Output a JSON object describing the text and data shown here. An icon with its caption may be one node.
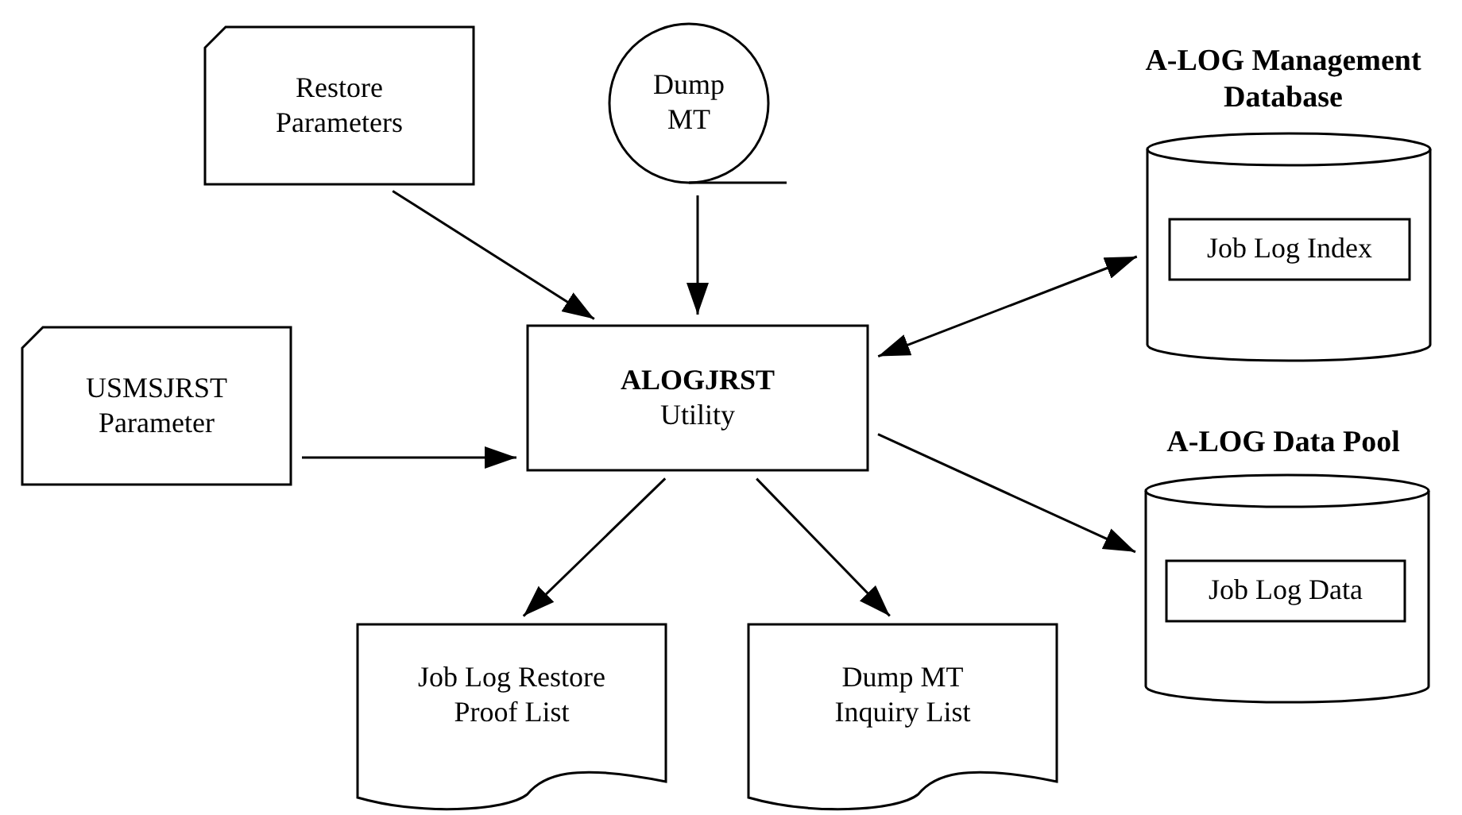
{
  "diagram": {
    "nodes": [
      {
        "text": [
          "Restore Parameters"
        ]
      },
      {
        "text": [
          "Dump MT"
        ]
      },
      {
        "text": [
          "USMSJRST Parameter"
        ]
      },
      {
        "text": [
          "ALOGJRST",
          "Utility"
        ]
      },
      {
        "text": [
          "A-LOG Management Database"
        ]
      },
      {
        "text": [
          "Job Log Index"
        ],
        "in": 4
      },
      {
        "text": [
          "A-LOG Data Pool"
        ]
      },
      {
        "text": [
          "Job Log Data"
        ],
        "in": 6
      },
      {
        "text": [
          "Job Log Restore Proof List"
        ]
      },
      {
        "text": [
          "Dump MT Inquiry List"
        ]
      }
    ],
    "edges": [
      {
        "from": 0,
        "to": 3,
        "arrow": "to"
      },
      {
        "from": 1,
        "to": 3,
        "arrow": "to"
      },
      {
        "from": 2,
        "to": 3,
        "arrow": "to"
      },
      {
        "from": 3,
        "to": 4,
        "arrow": "both"
      },
      {
        "from": 3,
        "to": 6,
        "arrow": "to"
      },
      {
        "from": 3,
        "to": 8,
        "arrow": "to"
      },
      {
        "from": 3,
        "to": 9,
        "arrow": "to"
      }
    ]
  }
}
